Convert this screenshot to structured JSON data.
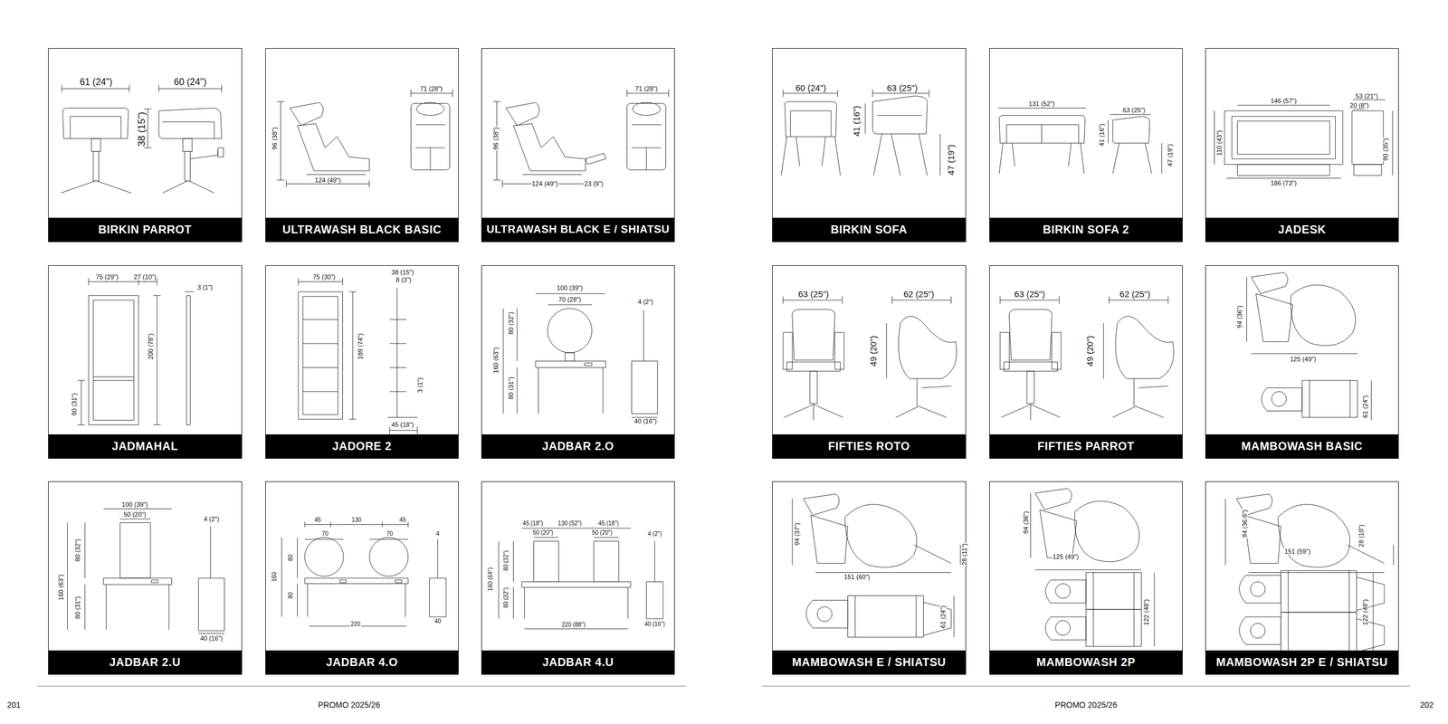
{
  "diagram": {
    "nodes": [
      {
        "text": [
          "BIRKIN PARROT"
        ]
      },
      {
        "text": [
          "ULTRAWASH BLACK BASIC"
        ]
      },
      {
        "text": [
          "ULTRAWASH BLACK E / SHIATSU"
        ]
      },
      {
        "text": [
          "JADMAHAL"
        ]
      },
      {
        "text": [
          "JADORE 2"
        ]
      },
      {
        "text": [
          "JADBAR 2.O"
        ]
      },
      {
        "text": [
          "JADBAR 2.U"
        ]
      },
      {
        "text": [
          "JADBAR 4.O"
        ]
      },
      {
        "text": [
          "JADBAR 4.U"
        ]
      },
      {
        "text": [
          "BIRKIN SOFA"
        ]
      },
      {
        "text": [
          "BIRKIN SOFA 2"
        ]
      },
      {
        "text": [
          "JADESK"
        ]
      },
      {
        "text": [
          "FIFTIES ROTO"
        ]
      },
      {
        "text": [
          "FIFTIES PARROT"
        ]
      },
      {
        "text": [
          "MAMBOWASH BASIC"
        ]
      },
      {
        "text": [
          "MAMBOWASH E / SHIATSU"
        ]
      },
      {
        "text": [
          "MAMBOWASH 2P"
        ]
      },
      {
        "text": [
          "MAMBOWASH 2P E / SHIATSU"
        ]
      }
    ],
    "labels": [
      "61 (24\")",
      "60 (24\")",
      "38 (15\")",
      "71 (28\")",
      "96 (38\")",
      "124 (49\")",
      "71 (28\")",
      "96 (38\")",
      "124 (49\")",
      "23 (9\")",
      "75 (29\")",
      "27 (10\")",
      "3 (1\")",
      "200 (78\")",
      "80 (31\")",
      "75 (30\")",
      "38 (15\")",
      "8 (3\")",
      "189 (74\")",
      "3 (1\")",
      "45 (18\")",
      "100 (39\")",
      "70 (28\")",
      "4 (2\")",
      "80 (32\")",
      "160 (63\")",
      "80 (31\")",
      "40 (16\")",
      "100 (39\")",
      "50 (20\")",
      "4 (2\")",
      "80 (32\")",
      "160 (63\")",
      "80 (31\")",
      "40 (16\")",
      "45",
      "130",
      "45",
      "70",
      "70",
      "4",
      "80",
      "160",
      "80",
      "220",
      "40",
      "45 (18\")",
      "130 (52\")",
      "45 (18\")",
      "50 (20\")",
      "50 (20\")",
      "4 (2\")",
      "80 (32\")",
      "160 (64\")",
      "80 (32\")",
      "220 (88\")",
      "40 (16\")",
      "60 (24\")",
      "63 (25\")",
      "41 (16\")",
      "47 (19\")",
      "131 (52\")",
      "63 (25\")",
      "41 (16\")",
      "47 (19\")",
      "146 (57\")",
      "53 (21\")",
      "20 (8\")",
      "110 (43\")",
      "90 (35\")",
      "186 (73\")",
      "63 (25\")",
      "62 (25\")",
      "49 (20\")",
      "63 (25\")",
      "62 (25\")",
      "49 (20\")",
      "94 (36\")",
      "125 (49\")",
      "61 (24\")",
      "94 (37\")",
      "28 (11\")",
      "151 (60\")",
      "61 (24\")",
      "94 (36\")",
      "125 (49\")",
      "122 (48\")",
      "94 (36.8\")",
      "28 (10\")",
      "151 (59\")",
      "122 (48\")",
      "201",
      "PROMO 2025/26",
      "PROMO 2025/26",
      "202"
    ]
  }
}
